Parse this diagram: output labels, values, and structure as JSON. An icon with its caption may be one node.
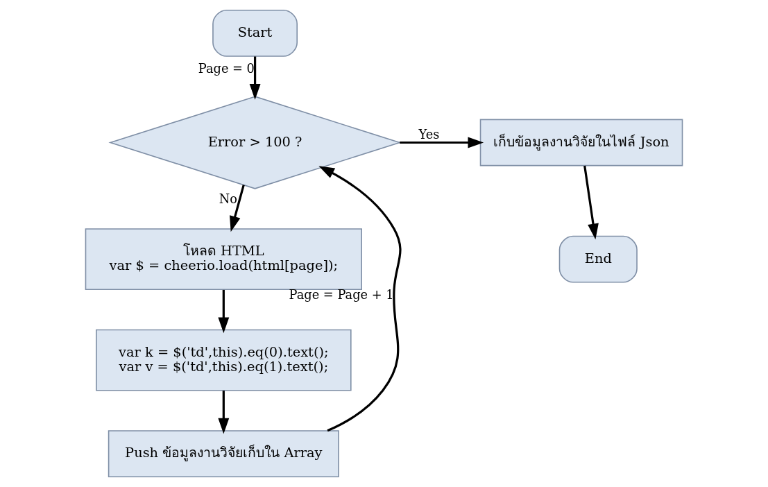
{
  "diagram": {
    "nodes": [
      {
        "text": [
          "Start"
        ]
      },
      {
        "text": [
          "Error > 100 ?"
        ]
      },
      {
        "text": [
          "โหลด HTML",
          "var $ = cheerio.load(html[page]);"
        ]
      },
      {
        "text": [
          "var k = $('td',this).eq(0).text();",
          "var v = $('td',this).eq(1).text();"
        ]
      },
      {
        "text": [
          "Push ข้อมูลงานวิจัยเก็บใน Array"
        ]
      },
      {
        "text": [
          "เก็บข้อมูลงานวิจัยในไฟล์ Json"
        ]
      },
      {
        "text": [
          "End"
        ]
      }
    ],
    "edges": [
      {
        "from": 0,
        "to": 1,
        "arrow": "to",
        "label": "Page = 0"
      },
      {
        "from": 1,
        "to": 2,
        "arrow": "to",
        "label": "No"
      },
      {
        "from": 2,
        "to": 3,
        "arrow": "to"
      },
      {
        "from": 3,
        "to": 4,
        "arrow": "to"
      },
      {
        "from": 4,
        "to": 1,
        "arrow": "to",
        "label": "Page = Page + 1"
      },
      {
        "from": 1,
        "to": 5,
        "arrow": "to",
        "label": "Yes"
      },
      {
        "from": 5,
        "to": 6,
        "arrow": "to"
      }
    ]
  }
}
